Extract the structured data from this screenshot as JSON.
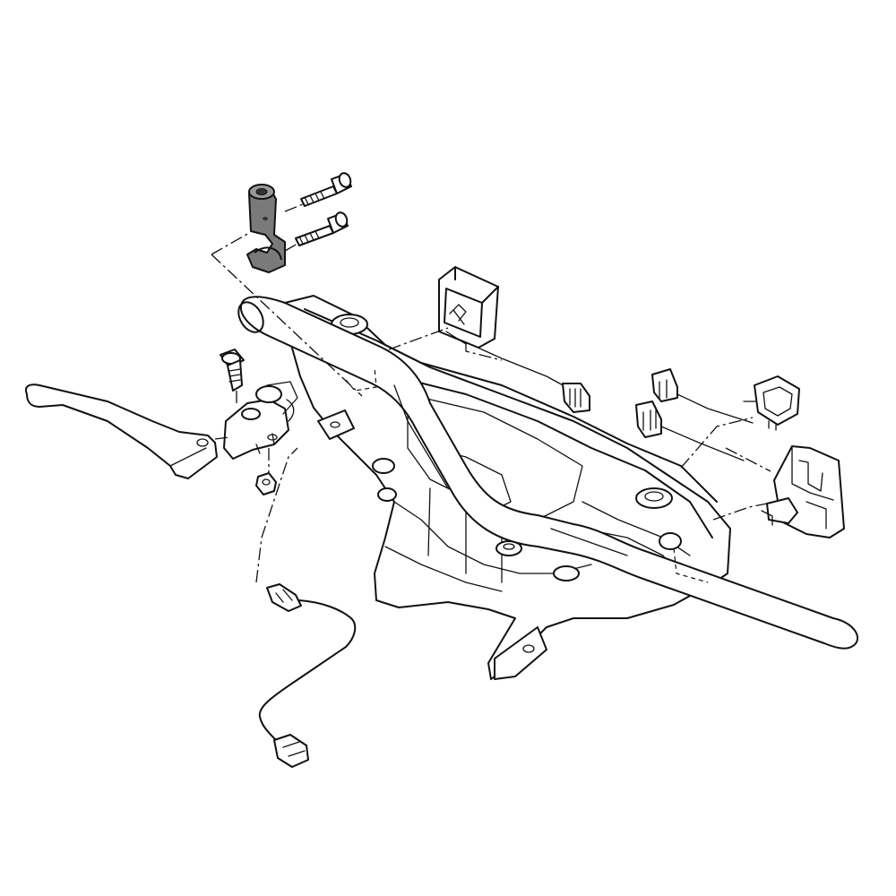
{
  "diagram": {
    "type": "exploded-parts-view",
    "colors": {
      "line": "#111111",
      "background": "#ffffff",
      "highlight": "#7a7a7a"
    },
    "parts": [
      {
        "id": "handlebar",
        "icon": "handlebar-tube"
      },
      {
        "id": "handlebar-frame",
        "icon": "frame-bracket"
      },
      {
        "id": "clamp-bracket",
        "icon": "highlighted-clamp"
      },
      {
        "id": "clamp-bolt-upper",
        "icon": "bolt"
      },
      {
        "id": "clamp-bolt-lower",
        "icon": "bolt"
      },
      {
        "id": "relay-module",
        "icon": "module-box"
      },
      {
        "id": "relay-connector",
        "icon": "connector"
      },
      {
        "id": "harness-connector-a",
        "icon": "connector"
      },
      {
        "id": "harness-connector-b",
        "icon": "connector"
      },
      {
        "id": "switch-sensor",
        "icon": "sensor"
      },
      {
        "id": "switch-housing",
        "icon": "switch-block"
      },
      {
        "id": "brake-lever",
        "icon": "lever"
      },
      {
        "id": "lever-pivot-bolt",
        "icon": "bolt"
      },
      {
        "id": "lever-holder",
        "icon": "holder"
      },
      {
        "id": "lever-nut",
        "icon": "nut"
      },
      {
        "id": "stop-switch-cable",
        "icon": "cable-with-connector"
      }
    ]
  }
}
